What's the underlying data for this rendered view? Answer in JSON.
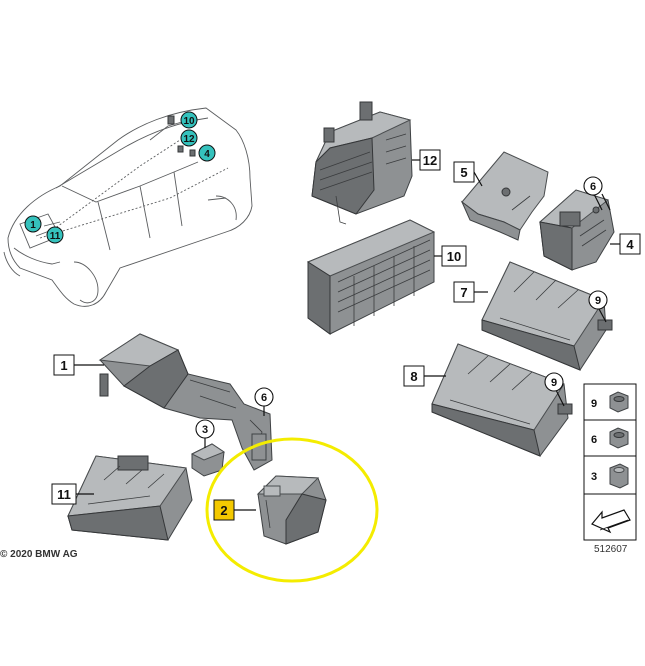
{
  "car_callouts": [
    "10",
    "12",
    "4",
    "1",
    "11"
  ],
  "labels": {
    "p12": "12",
    "p5": "5",
    "p6a": "6",
    "p4": "4",
    "p10": "10",
    "p7": "7",
    "p9a": "9",
    "p1": "1",
    "p8": "8",
    "p9b": "9",
    "p6b": "6",
    "p3": "3",
    "p11": "11",
    "p2": "2"
  },
  "legend": {
    "items": [
      "9",
      "6",
      "3"
    ]
  },
  "copyright": "© 2020 BMW AG",
  "reference_number": "512607",
  "colors": {
    "highlight_circle": "#f4ec00",
    "highlight_label_bg": "#f4c900",
    "car_marker": "#35c2bd"
  }
}
